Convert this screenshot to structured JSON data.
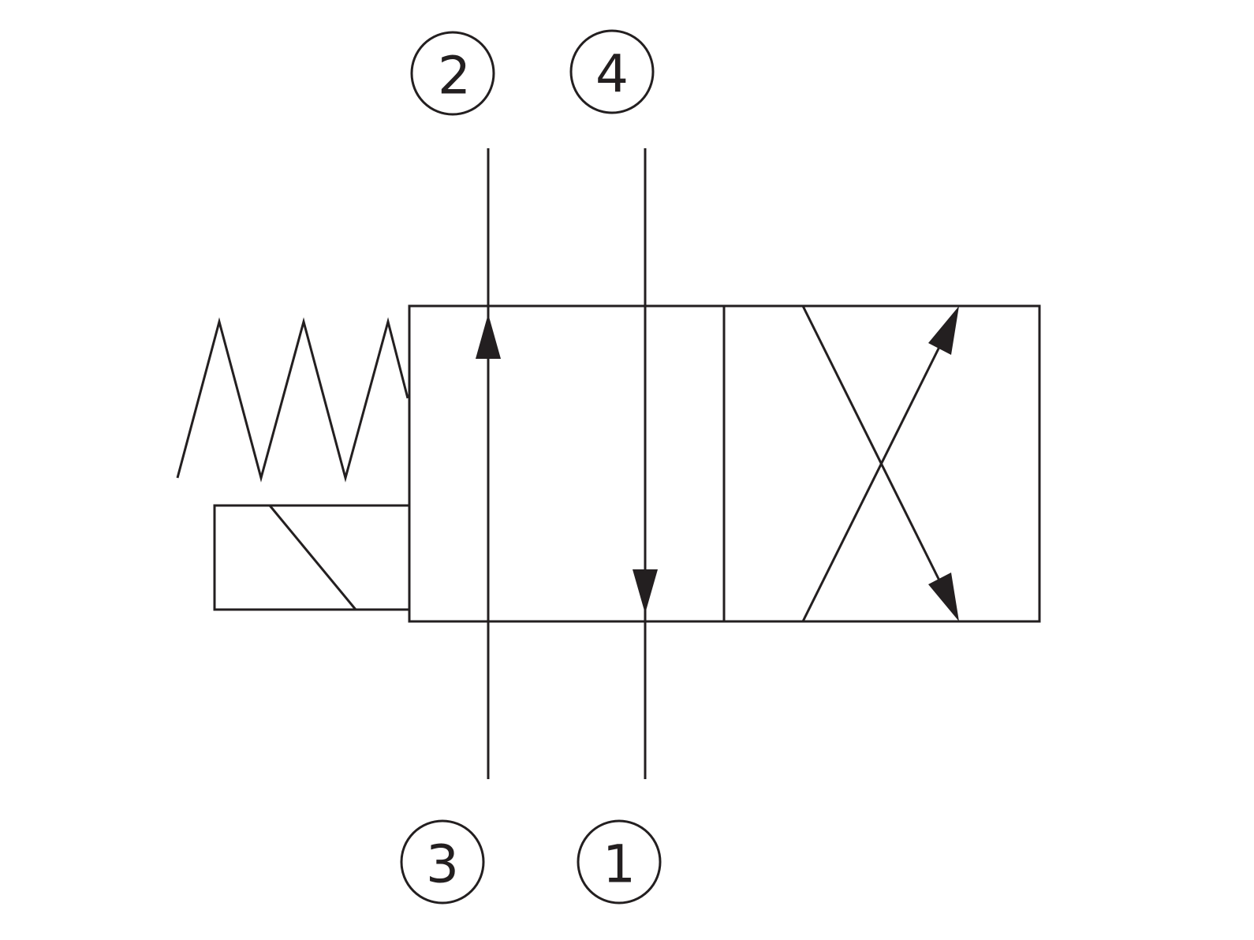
{
  "diagram": {
    "type": "4/2 directional control valve, solenoid operated, spring return",
    "ports": [
      {
        "id": "port-2",
        "label": "2"
      },
      {
        "id": "port-4",
        "label": "4"
      },
      {
        "id": "port-3",
        "label": "3"
      },
      {
        "id": "port-1",
        "label": "1"
      }
    ],
    "colors": {
      "line": "#231f20",
      "background": "#ffffff"
    }
  }
}
